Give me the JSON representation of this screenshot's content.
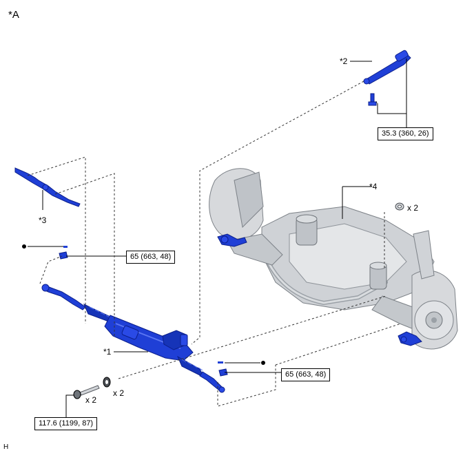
{
  "view_label": "*A",
  "callouts": {
    "c1": "*1",
    "c2": "*2",
    "c3": "*3",
    "c4": "*4"
  },
  "torques": {
    "t_top_right": "35.3 (360, 26)",
    "t_left_mid": "65 (663, 48)",
    "t_right_low": "65 (663, 48)",
    "t_bottom_left": "117.6 (1199, 87)"
  },
  "quantities": {
    "q_nut_top": "x 2",
    "q_washer": "x 2",
    "q_bolt": "x 2"
  },
  "corner_code": "H",
  "colors": {
    "highlight_part": "#1f3fd6",
    "highlight_dark": "#0b1e8a",
    "chassis_gray": "#c9ccd0",
    "chassis_dark": "#8e9399"
  }
}
